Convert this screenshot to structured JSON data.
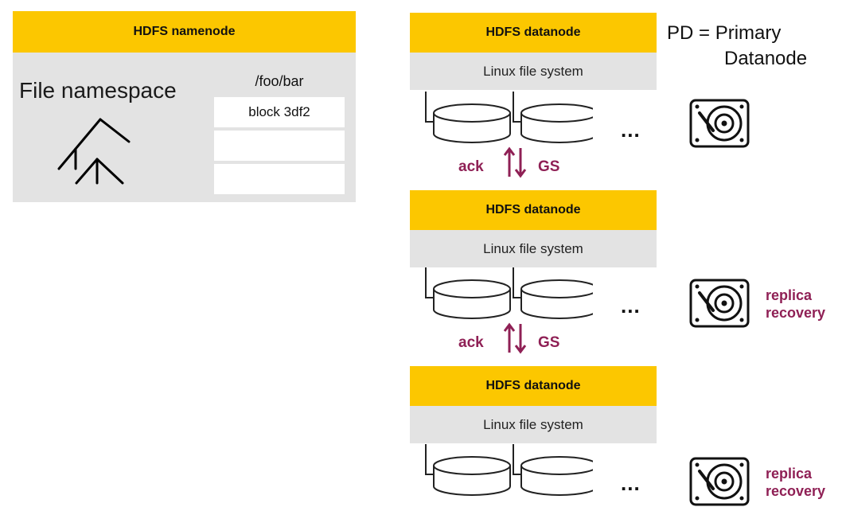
{
  "namenode": {
    "title": "HDFS namenode",
    "namespace_label": "File namespace",
    "path": "/foo/bar",
    "blocks": [
      "block 3df2",
      "",
      ""
    ]
  },
  "datanodes": [
    {
      "title": "HDFS datanode",
      "fs_label": "Linux file system",
      "ellipsis": "..."
    },
    {
      "title": "HDFS datanode",
      "fs_label": "Linux file system",
      "ellipsis": "..."
    },
    {
      "title": "HDFS datanode",
      "fs_label": "Linux file system",
      "ellipsis": "..."
    }
  ],
  "links": [
    {
      "left": "ack",
      "right": "GS"
    },
    {
      "left": "ack",
      "right": "GS"
    }
  ],
  "legend": {
    "line1": "PD = Primary",
    "line2": "Datanode"
  },
  "annotations": [
    {
      "line1": "replica",
      "line2": "recovery"
    },
    {
      "line1": "replica",
      "line2": "recovery"
    }
  ],
  "colors": {
    "header": "#fcc700",
    "panel": "#e3e3e3",
    "accent": "#8f2055"
  },
  "icons": [
    "tree-icon",
    "disk-icon",
    "hard-drive-icon",
    "arrow-up-icon",
    "arrow-down-icon"
  ]
}
